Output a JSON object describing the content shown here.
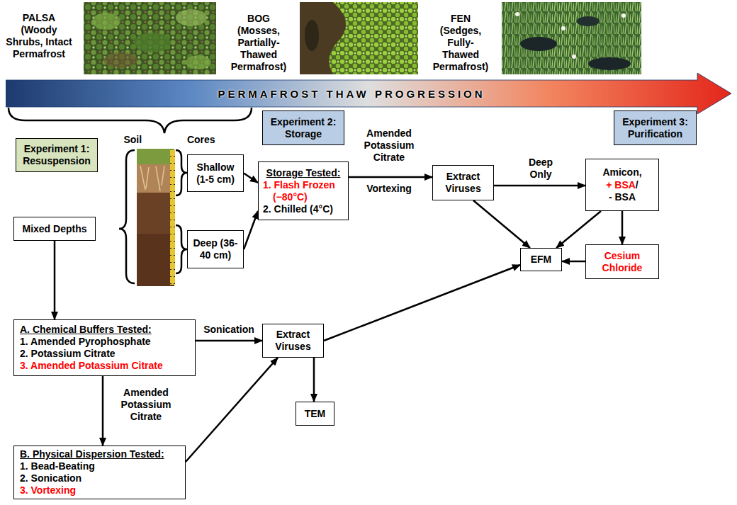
{
  "diagram": {
    "nodes": [
      {
        "text": [
          "PERMAFROST THAW PROGRESSION"
        ]
      },
      {
        "text": [
          "Experiment 1: Resuspension"
        ]
      },
      {
        "text": [
          "Experiment 2: Storage"
        ]
      },
      {
        "text": [
          "Experiment 3: Purification"
        ]
      },
      {
        "text": [
          "Shallow (1-5 cm)"
        ]
      },
      {
        "text": [
          "Storage Tested:",
          "1. Flash Frozen (−80°C)",
          "2. Chilled (4°C)"
        ]
      },
      {
        "text": [
          "Extract Viruses"
        ]
      },
      {
        "text": [
          "Amicon,",
          "+ BSA",
          "/",
          "- BSA"
        ]
      },
      {
        "text": [
          "Mixed Depths"
        ]
      },
      {
        "text": [
          "Deep (36-40 cm)"
        ]
      },
      {
        "text": [
          "EFM"
        ]
      },
      {
        "text": [
          "Cesium Chloride"
        ]
      },
      {
        "text": [
          "A. Chemical Buffers Tested:",
          "1. Amended Pyrophosphate",
          "2. Potassium Citrate",
          "3. Amended Potassium Citrate"
        ]
      },
      {
        "text": [
          "Extract Viruses"
        ]
      },
      {
        "text": [
          "TEM"
        ]
      },
      {
        "text": [
          "B. Physical Dispersion Tested:",
          "1. Bead-Beating",
          "2. Sonication",
          "3. Vortexing"
        ]
      }
    ],
    "edges": [
      {
        "from": 8,
        "to": 12,
        "arrow": "to"
      },
      {
        "from": 4,
        "to": 5,
        "arrow": "to"
      },
      {
        "from": 9,
        "to": 5,
        "arrow": "to"
      },
      {
        "from": 5,
        "to": 6,
        "label": "Amended Potassium Citrate",
        "arrow": "to"
      },
      {
        "from": 6,
        "to": 7,
        "label": "Deep Only",
        "arrow": "to"
      },
      {
        "from": 6,
        "to": 10,
        "arrow": "to"
      },
      {
        "from": 7,
        "to": 10,
        "arrow": "to"
      },
      {
        "from": 7,
        "to": 11,
        "arrow": "to"
      },
      {
        "from": 11,
        "to": 10,
        "arrow": "to"
      },
      {
        "from": 12,
        "to": 13,
        "label": "Sonication",
        "arrow": "to"
      },
      {
        "from": 12,
        "to": 15,
        "label": "Amended Potassium Citrate",
        "arrow": "to"
      },
      {
        "from": 15,
        "to": 13,
        "arrow": "to"
      },
      {
        "from": 13,
        "to": 14,
        "arrow": "to"
      },
      {
        "from": 13,
        "to": 10,
        "arrow": "to"
      }
    ],
    "labels": [
      "PALSA (Woody Shrubs, Intact Permafrost",
      "BOG (Mosses, Partially-Thawed Permafrost)",
      "FEN (Sedges, Fully-Thawed Permafrost)",
      "Soil Cores",
      "Vortexing"
    ]
  }
}
